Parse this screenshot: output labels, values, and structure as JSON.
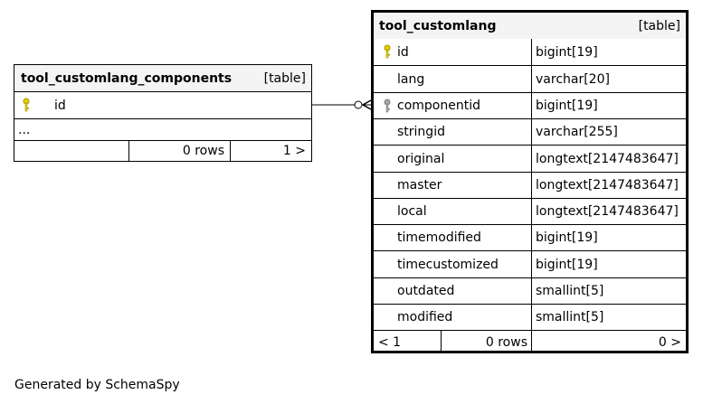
{
  "left_table": {
    "name": "tool_customlang_components",
    "kind": "[table]",
    "columns": [
      {
        "name": "id",
        "primary_key": true
      }
    ],
    "ellipsis": "...",
    "rows_label": "0 rows",
    "next_label": "1 >"
  },
  "right_table": {
    "name": "tool_customlang",
    "kind": "[table]",
    "columns": [
      {
        "name": "id",
        "type": "bigint[19]",
        "key": "primary"
      },
      {
        "name": "lang",
        "type": "varchar[20]",
        "key": ""
      },
      {
        "name": "componentid",
        "type": "bigint[19]",
        "key": "foreign"
      },
      {
        "name": "stringid",
        "type": "varchar[255]",
        "key": ""
      },
      {
        "name": "original",
        "type": "longtext[2147483647]",
        "key": ""
      },
      {
        "name": "master",
        "type": "longtext[2147483647]",
        "key": ""
      },
      {
        "name": "local",
        "type": "longtext[2147483647]",
        "key": ""
      },
      {
        "name": "timemodified",
        "type": "bigint[19]",
        "key": ""
      },
      {
        "name": "timecustomized",
        "type": "bigint[19]",
        "key": ""
      },
      {
        "name": "outdated",
        "type": "smallint[5]",
        "key": ""
      },
      {
        "name": "modified",
        "type": "smallint[5]",
        "key": ""
      }
    ],
    "prev_label": "< 1",
    "rows_label": "0 rows",
    "next_label": "0 >"
  },
  "colors": {
    "primary_key": "#e0d000",
    "foreign_key": "#a8a8a8",
    "header_bg": "#f4f4f4"
  },
  "footer": "Generated by SchemaSpy"
}
